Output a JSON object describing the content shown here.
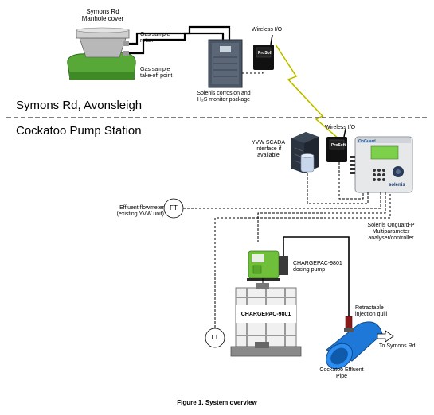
{
  "sections": {
    "top_title": "Symons Rd, Avonsleigh",
    "bottom_title": "Cockatoo Pump Station"
  },
  "labels": {
    "manhole_line1": "Symons Rd",
    "manhole_line2": "Manhole cover",
    "gas_return_line1": "Gas sample",
    "gas_return_line2": "return",
    "gas_takeoff_line1": "Gas sample",
    "gas_takeoff_line2": "take-off point",
    "monitor_line1": "Solenis corrosion and",
    "monitor_line2": "H₂S monitor package",
    "wireless_top": "Wireless I/O",
    "wireless_bottom": "Wireless I/O",
    "scada_line1": "YVW SCADA",
    "scada_line2": "interface if",
    "scada_line3": "available",
    "flowmeter_line1": "Effluent flowmeter",
    "flowmeter_line2": "(existing YVW unit)",
    "ft_symbol": "FT",
    "lt_symbol": "LT",
    "onguard_line1": "Solenis Onguard-P",
    "onguard_line2": "Multiparameter",
    "onguard_line3": "analyser/controller",
    "pump_line1": "CHARGEPAC-9801",
    "pump_line2": "dosing pump",
    "tank_label": "CHARGEPAC-9801",
    "quill_line1": "Retractable",
    "quill_line2": "injection quill",
    "to_symons": "To Symons Rd",
    "pipe_line1": "Cockatoo Effluent",
    "pipe_line2": "Pipe",
    "prosoft_brand": "ProSoft",
    "onguard_brand": "OnGuard",
    "solenis_brand": "solenis",
    "caption": "Figure 1. System overview"
  },
  "colors": {
    "grass": "#4f9a2a",
    "lightning": "#e8e82a",
    "pipe_blue": "#1e78d8",
    "pump_green": "#6fbf3a",
    "display_green": "#7dd04a"
  }
}
